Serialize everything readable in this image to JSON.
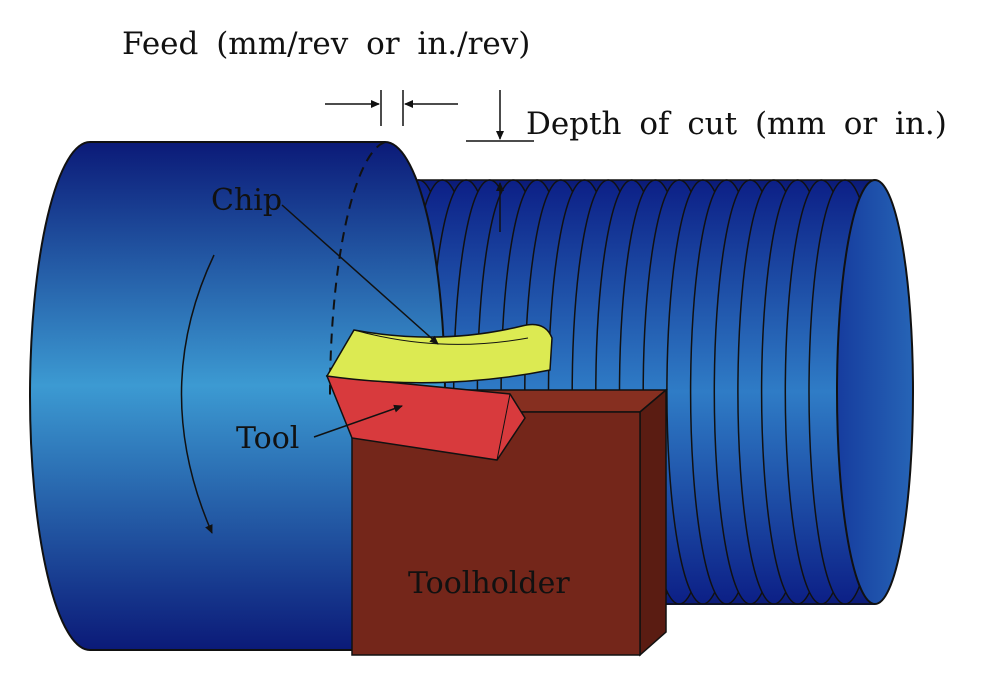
{
  "labels": {
    "feed": "Feed (mm/rev or in./rev)",
    "depth": "Depth of cut (mm or in.)",
    "chip": "Chip",
    "tool": "Tool",
    "toolholder": "Toolholder"
  },
  "colors": {
    "workpiece_dark": "#0b1a78",
    "workpiece_mid": "#1f4fb0",
    "workpiece_light": "#3c9ad2",
    "chip": "#dcea52",
    "tool": "#d83a3d",
    "toolholder": "#74261a",
    "toolholder_side": "#5a1c12",
    "line": "#111111"
  }
}
